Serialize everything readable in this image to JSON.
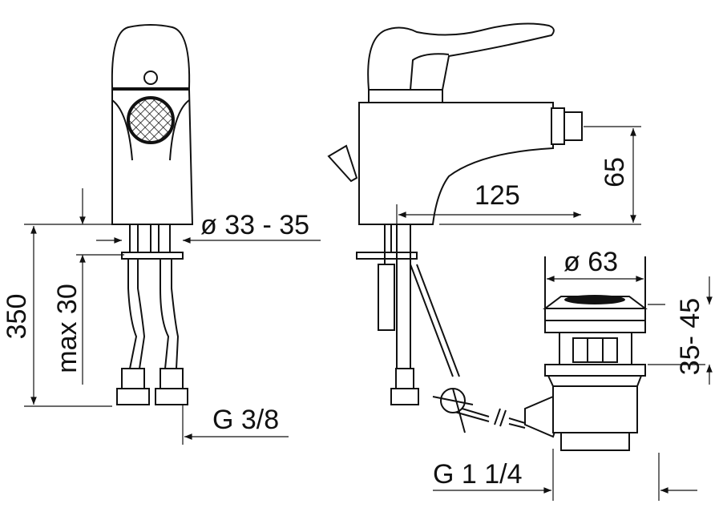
{
  "dimensions": {
    "spout_diameter": "ø 33 - 35",
    "total_height": "350",
    "max_thickness": "max 30",
    "inlet_thread": "G 3/8",
    "spout_reach": "125",
    "spout_height": "65",
    "drain_diameter": "ø 63",
    "drain_height": "35- 45",
    "drain_thread": "G 1 1/4"
  }
}
